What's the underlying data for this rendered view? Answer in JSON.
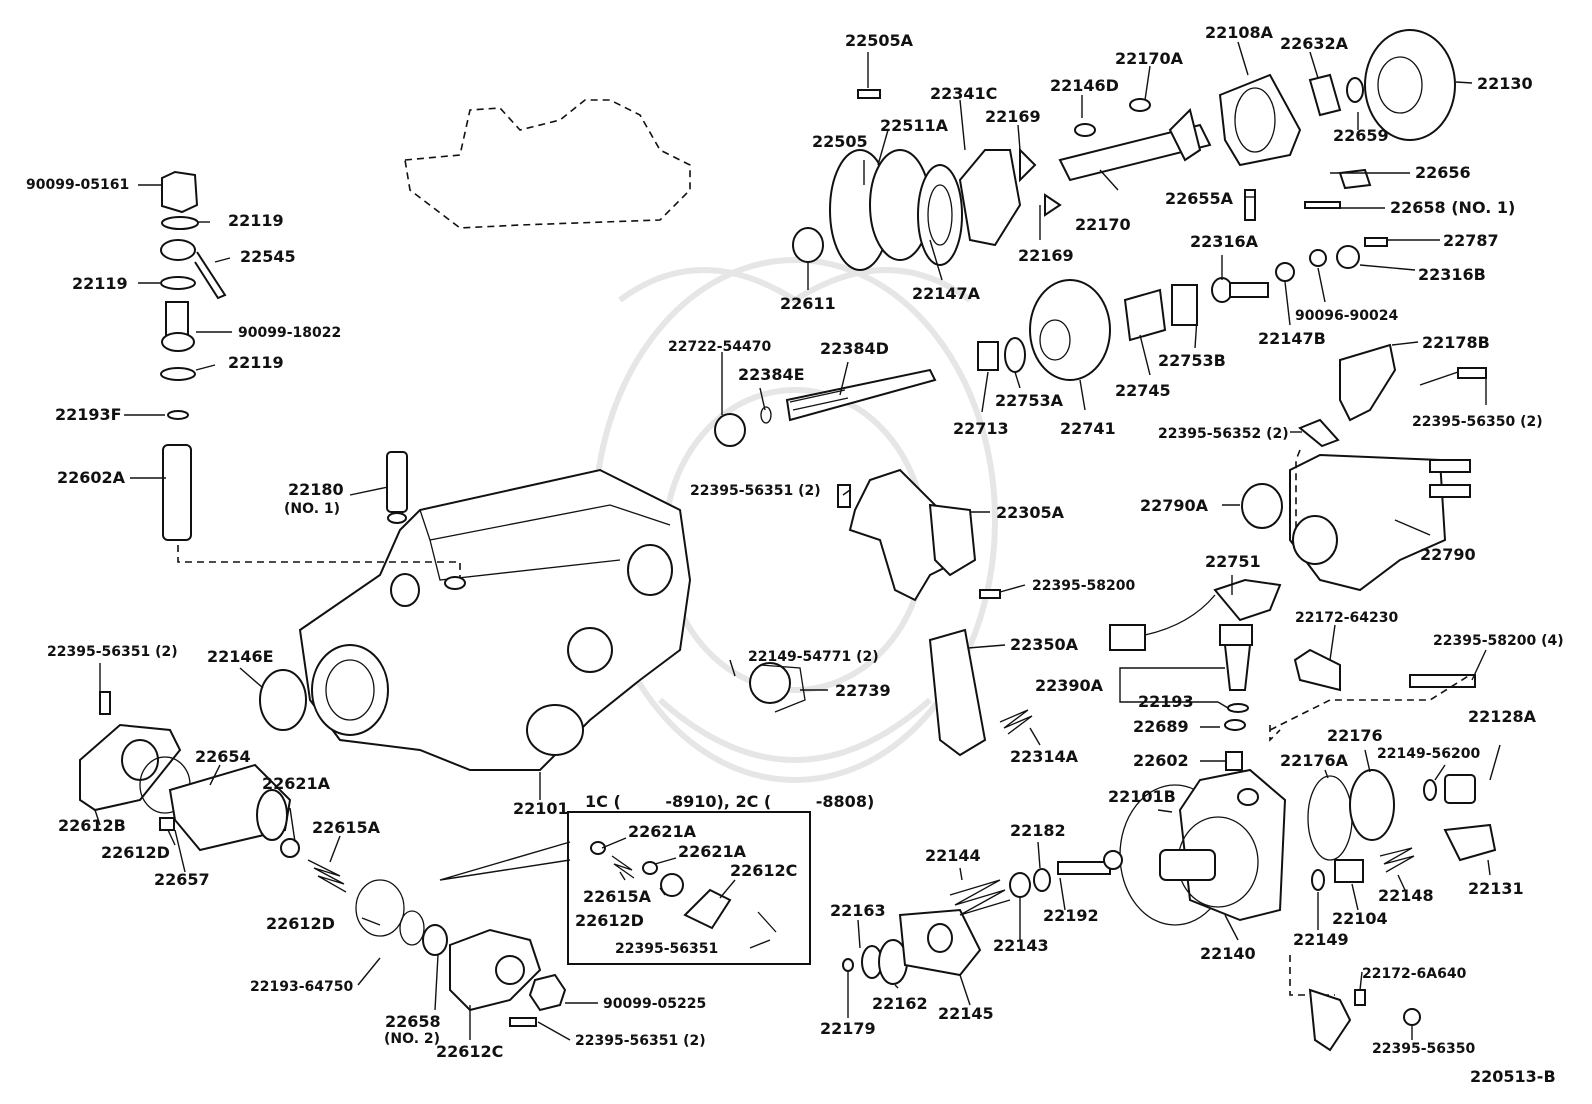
{
  "diagram": {
    "reference_code": "220513-B",
    "inset_title": "1C (        -8910), 2C (        -8808)",
    "labels": {
      "22505A": "22505A",
      "22511A": "22511A",
      "22505": "22505",
      "22341C": "22341C",
      "22169a": "22169",
      "22169b": "22169",
      "22146D": "22146D",
      "22170A": "22170A",
      "22108A": "22108A",
      "22632A": "22632A",
      "22130": "22130",
      "22659": "22659",
      "22170": "22170",
      "22656": "22656",
      "22655A": "22655A",
      "22658no1": "22658 (NO. 1)",
      "22611": "22611",
      "22147A": "22147A",
      "22316A": "22316A",
      "22787": "22787",
      "22316B": "22316B",
      "90096": "90096-90024",
      "22147B": "22147B",
      "22753B": "22753B",
      "22745": "22745",
      "22741": "22741",
      "22753A": "22753A",
      "22713": "22713",
      "22178B": "22178B",
      "22395_56350_2": "22395-56350 (2)",
      "22395_56352_2": "22395-56352 (2)",
      "22722": "22722-54470",
      "22384D": "22384D",
      "22384E": "22384E",
      "90099_05161": "90099-05161",
      "22119a": "22119",
      "22545": "22545",
      "22119b": "22119",
      "90099_18022": "90099-18022",
      "22119c": "22119",
      "22193F": "22193F",
      "22602A": "22602A",
      "22180": "22180",
      "no1": "(NO. 1)",
      "22395_56351_2a": "22395-56351 (2)",
      "22305A": "22305A",
      "22395_58200": "22395-58200",
      "22790A": "22790A",
      "22790": "22790",
      "22751": "22751",
      "22172_64230": "22172-64230",
      "22395_58200_4": "22395-58200 (4)",
      "22350A": "22350A",
      "22390A": "22390A",
      "22193": "22193",
      "22689": "22689",
      "22602": "22602",
      "22314A": "22314A",
      "22149_54771": "22149-54771 (2)",
      "22739": "22739",
      "22395_56351_2b": "22395-56351 (2)",
      "22146E": "22146E",
      "22654": "22654",
      "22621A": "22621A",
      "22615A": "22615A",
      "22612B": "22612B",
      "22612D": "22612D",
      "22657": "22657",
      "22101": "22101",
      "inset_22621A_a": "22621A",
      "inset_22621A_b": "22621A",
      "inset_22615A": "22615A",
      "inset_22612C": "22612C",
      "inset_22612D": "22612D",
      "inset_22395": "22395-56351",
      "22612D_b": "22612D",
      "22193_64750": "22193-64750",
      "22658no2": "22658",
      "no2": "(NO. 2)",
      "22612C": "22612C",
      "90099_05225": "90099-05225",
      "22395_56351_2c": "22395-56351 (2)",
      "22144": "22144",
      "22182": "22182",
      "22163": "22163",
      "22192": "22192",
      "22143": "22143",
      "22162": "22162",
      "22145": "22145",
      "22179": "22179",
      "22101B": "22101B",
      "22140": "22140",
      "22176": "22176",
      "22176A": "22176A",
      "22149_56200": "22149-56200",
      "22128A": "22128A",
      "22149": "22149",
      "22104": "22104",
      "22148": "22148",
      "22131": "22131",
      "22172_6A640": "22172-6A640",
      "22395_56350": "22395-56350"
    }
  }
}
